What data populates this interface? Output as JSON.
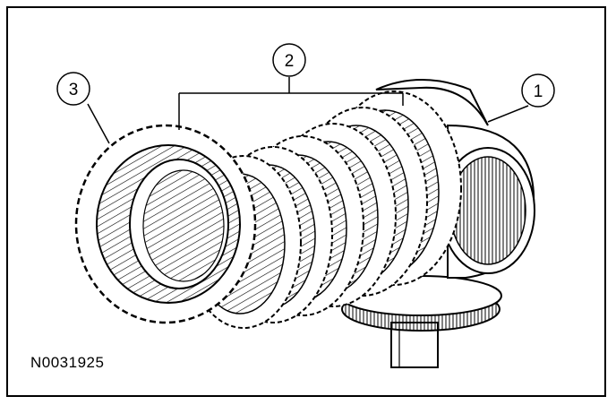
{
  "figure": {
    "id": "N0031925",
    "colors": {
      "line": "#000000",
      "background": "#ffffff"
    },
    "callouts": [
      {
        "label": "1"
      },
      {
        "label": "2"
      },
      {
        "label": "3"
      }
    ]
  }
}
